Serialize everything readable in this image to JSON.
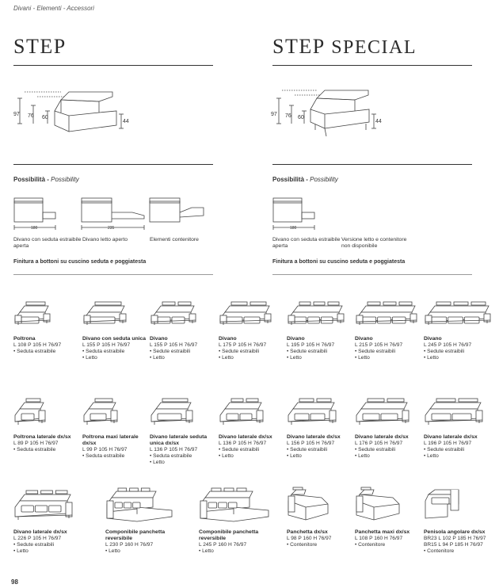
{
  "breadcrumb": "Divani - Elementi - Accessori",
  "page_number": "98",
  "left": {
    "title": "STEP",
    "dims": [
      "97",
      "76",
      "60",
      "44"
    ],
    "possibility_label": "Possibilità",
    "possibility_en": "Possibility",
    "measures": [
      "180",
      "235"
    ],
    "captions": [
      "Divano con seduta estraibile aperta",
      "Divano letto aperto",
      "Elementi contenitore"
    ],
    "finish": "Finitura a bottoni su cuscino seduta e poggiatesta"
  },
  "right": {
    "title_a": "STEP",
    "title_b": "SPECIAL",
    "dims": [
      "97",
      "76",
      "60",
      "44"
    ],
    "possibility_label": "Possibilità",
    "possibility_en": "Possibility",
    "measures": [
      "180"
    ],
    "captions": [
      "Divano con seduta estraibile aperta",
      "Versione letto e contenitore non disponibile"
    ],
    "finish": "Finitura a bottoni su cuscino seduta e poggiatesta"
  },
  "row1": [
    {
      "name": "Poltrona",
      "dims": "L 108 P 105 H 76/97",
      "features": [
        "• Seduta estraibile"
      ]
    },
    {
      "name": "Divano con seduta unica",
      "dims": "L 155 P 105 H 76/97",
      "features": [
        "• Seduta estraibile",
        "• Letto"
      ]
    },
    {
      "name": "Divano",
      "dims": "L 155 P 105 H 76/97",
      "features": [
        "• Sedute estraibili",
        "• Letto"
      ]
    },
    {
      "name": "Divano",
      "dims": "L 175 P 105 H 76/97",
      "features": [
        "• Sedute estraibili",
        "• Letto"
      ]
    },
    {
      "name": "Divano",
      "dims": "L 195 P 105 H 76/97",
      "features": [
        "• Sedute estraibili",
        "• Letto"
      ]
    },
    {
      "name": "Divano",
      "dims": "L 215 P 105 H 76/97",
      "features": [
        "• Sedute estraibili",
        "• Letto"
      ]
    },
    {
      "name": "Divano",
      "dims": "L 245 P 105 H 76/97",
      "features": [
        "• Sedute estraibili",
        "• Letto"
      ]
    }
  ],
  "row2": [
    {
      "name": "Poltrona laterale dx/sx",
      "dims": "L 89 P 105 H 76/97",
      "features": [
        "• Seduta estraibile"
      ]
    },
    {
      "name": "Poltrona maxi laterale dx/sx",
      "dims": "L 99 P 105 H 76/97",
      "features": [
        "• Seduta estraibile"
      ]
    },
    {
      "name": "Divano laterale seduta unica dx/sx",
      "dims": "L 136 P 105 H 76/97",
      "features": [
        "• Seduta estraibile",
        "• Letto"
      ]
    },
    {
      "name": "Divano laterale dx/sx",
      "dims": "L 136 P 105 H 76/97",
      "features": [
        "• Sedute estraibili",
        "• Letto"
      ]
    },
    {
      "name": "Divano laterale dx/sx",
      "dims": "L 156 P 105 H 76/97",
      "features": [
        "• Sedute estraibili",
        "• Letto"
      ]
    },
    {
      "name": "Divano laterale dx/sx",
      "dims": "L 176 P 105 H 76/97",
      "features": [
        "• Sedute estraibili",
        "• Letto"
      ]
    },
    {
      "name": "Divano laterale dx/sx",
      "dims": "L 196 P 105 H 76/97",
      "features": [
        "• Sedute estraibili",
        "• Letto"
      ]
    }
  ],
  "row3": [
    {
      "name": "Divano laterale dx/sx",
      "dims": "L 226 P 105 H 76/97",
      "features": [
        "• Sedute estraibili",
        "• Letto"
      ]
    },
    {
      "name": "Componibile panchetta reversibile",
      "dims": "L 230 P 160 H 76/97",
      "features": [
        "• Letto"
      ]
    },
    {
      "name": "Componibile panchetta reversibile",
      "dims": "L 245 P 160 H 76/97",
      "features": [
        "• Letto"
      ]
    },
    {
      "name": "Panchetta dx/sx",
      "dims": "L 98 P 160 H 76/97",
      "features": [
        "• Contenitore"
      ]
    },
    {
      "name": "Panchetta maxi dx/sx",
      "dims": "L 108 P 160 H 76/97",
      "features": [
        "• Contenitore"
      ]
    },
    {
      "name": "Penisola angolare dx/sx",
      "dims": "BR23 L 102 P 185 H 76/97",
      "dims2": "BR15 L 94 P 185 H 76/97",
      "features": [
        "• Contenitore"
      ]
    }
  ]
}
